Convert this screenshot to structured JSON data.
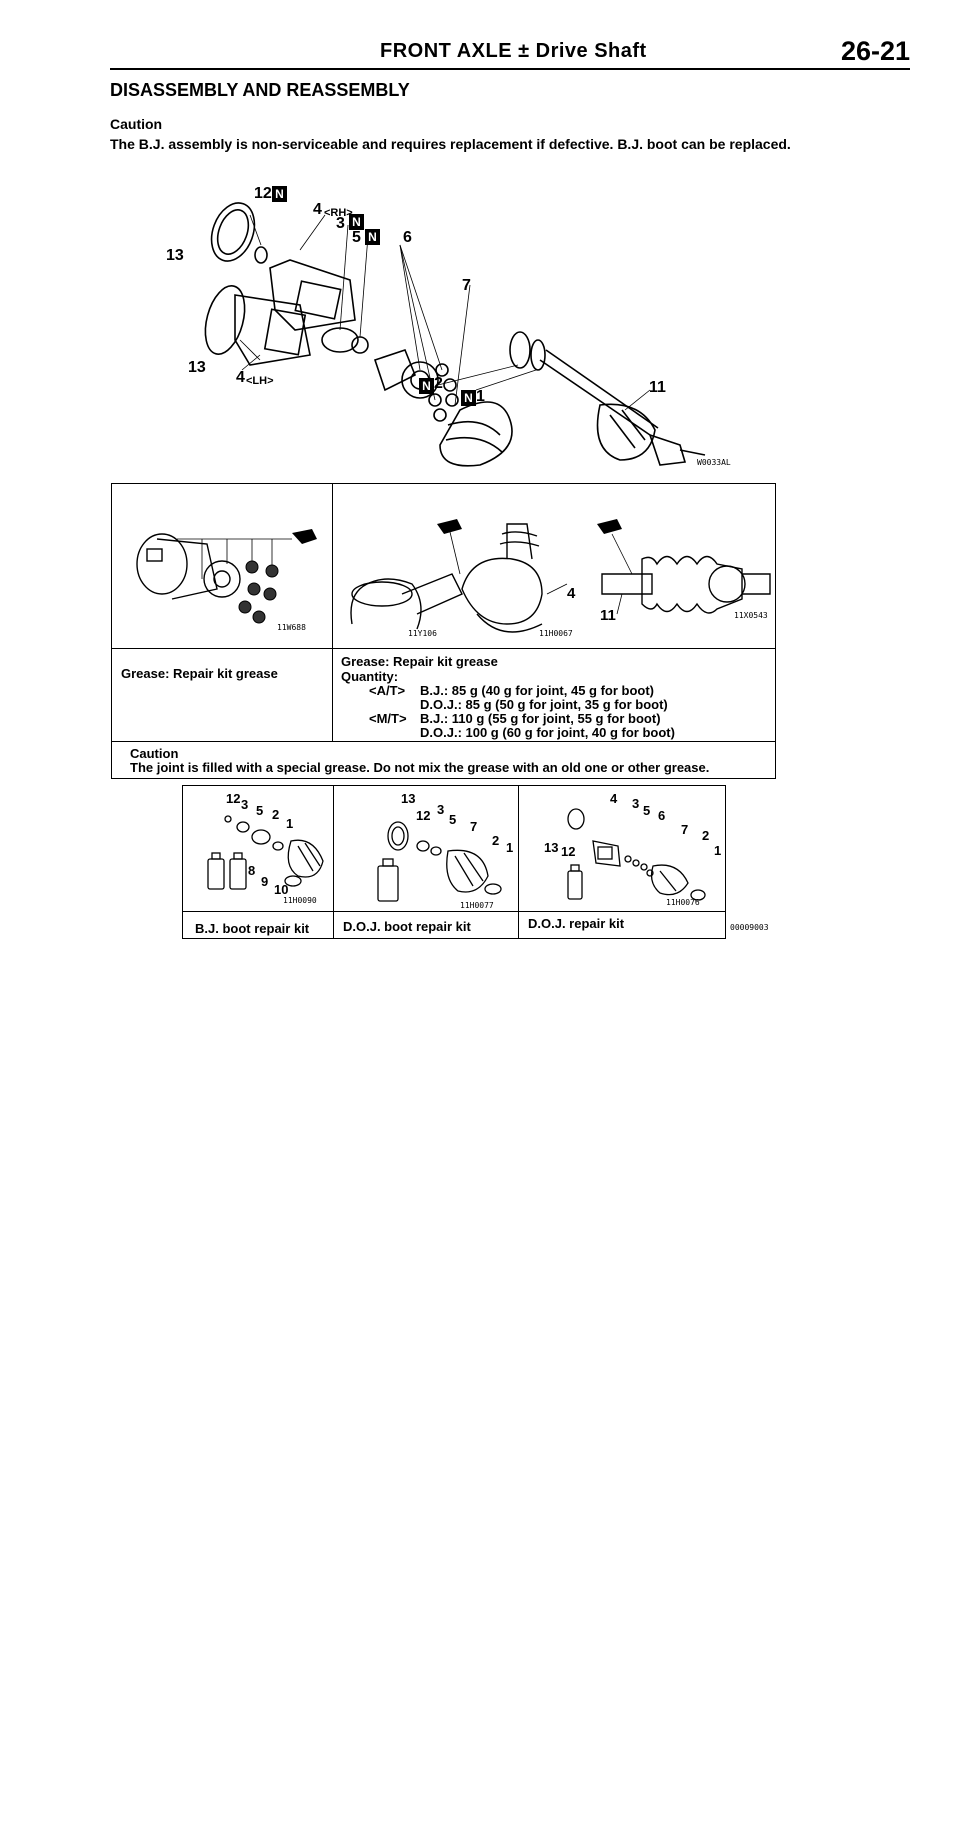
{
  "header": {
    "title": "FRONT AXLE ± Drive Shaft",
    "page_number": "26-21"
  },
  "main_heading": "DISASSEMBLY AND REASSEMBLY",
  "top_caution": {
    "label": "Caution",
    "text": "The B.J. assembly is non-serviceable and requires replacement if defective. B.J. boot can be replaced."
  },
  "exploded_view": {
    "code": "W0033AL",
    "callouts": [
      "12",
      "4",
      "<RH>",
      "3",
      "5",
      "6",
      "13",
      "7",
      "13",
      "4",
      "<LH>",
      "2",
      "1",
      "11"
    ],
    "new_part_mark": "N"
  },
  "grease_table": {
    "image_codes": [
      "11W688",
      "11Y106",
      "11H0067",
      "11X0543"
    ],
    "image_callouts": [
      "4",
      "11"
    ],
    "left_grease": "Grease: Repair kit grease",
    "right_grease": "Grease: Repair kit grease",
    "quantity_label": "Quantity:",
    "quantities": [
      {
        "trans": "<A/T>",
        "line": "B.J.: 85 g (40 g for joint, 45 g for boot)"
      },
      {
        "trans": "",
        "line": "D.O.J.: 85 g (50 g for joint, 35 g for boot)"
      },
      {
        "trans": "<M/T>",
        "line": "B.J.: 110 g (55 g for joint, 55 g for boot)"
      },
      {
        "trans": "",
        "line": "D.O.J.: 100 g (60 g for joint, 40 g for boot)"
      }
    ],
    "caution_label": "Caution",
    "caution_text": "The joint is filled with a special grease. Do not mix the grease with an old one or other grease."
  },
  "kit_table": {
    "kits": [
      {
        "label": "B.J. boot repair kit",
        "code": "11H0090",
        "callouts": [
          "12",
          "3",
          "5",
          "2",
          "1",
          "8",
          "9",
          "10"
        ]
      },
      {
        "label": "D.O.J. boot repair kit",
        "code": "11H0077",
        "callouts": [
          "13",
          "12",
          "3",
          "5",
          "7",
          "2",
          "1"
        ]
      },
      {
        "label": "D.O.J. repair kit",
        "code": "11H0076",
        "callouts": [
          "4",
          "3",
          "5",
          "6",
          "7",
          "2",
          "1",
          "13",
          "12"
        ]
      }
    ],
    "figure_code": "00009003"
  }
}
